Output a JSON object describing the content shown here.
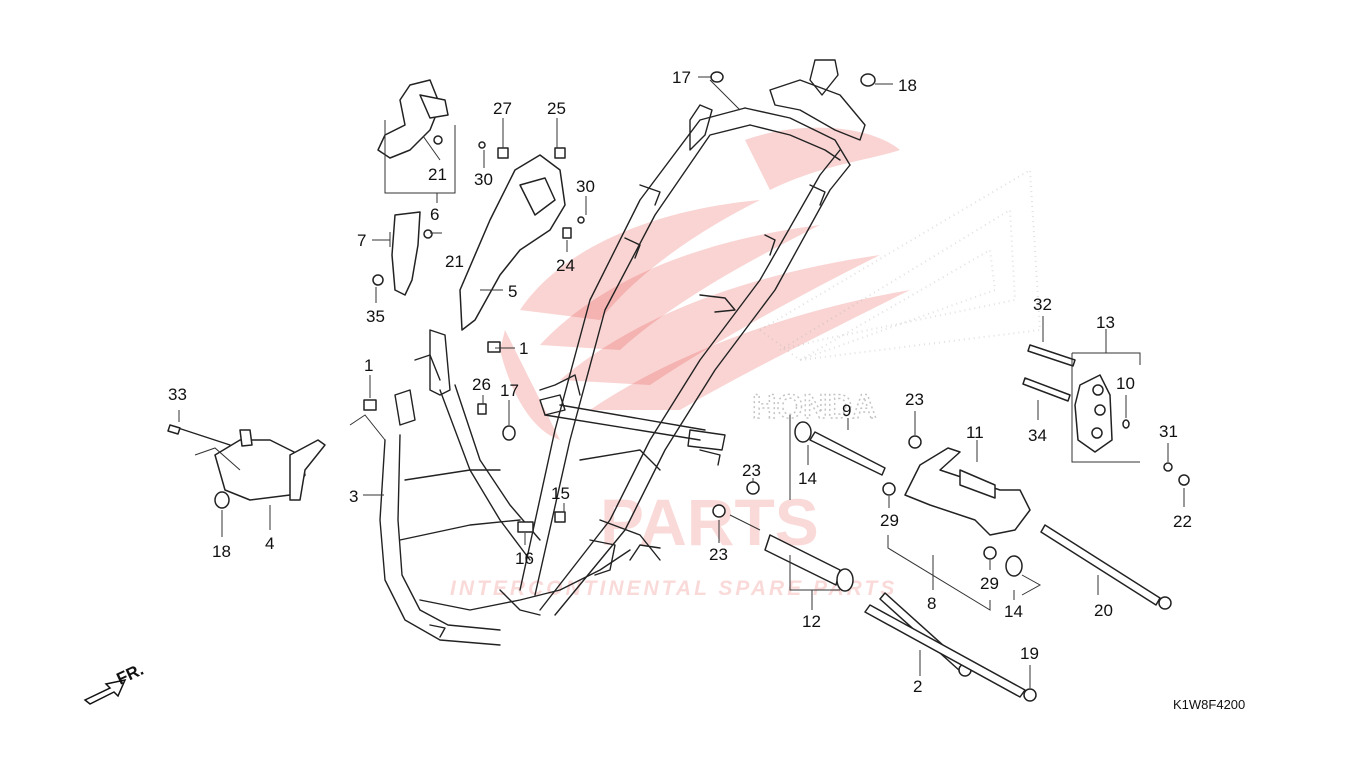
{
  "diagram": {
    "code": "K1W8F4200",
    "front_marker": "FR.",
    "callouts": [
      "1",
      "1",
      "2",
      "3",
      "4",
      "5",
      "6",
      "7",
      "8",
      "9",
      "10",
      "11",
      "12",
      "13",
      "14",
      "14",
      "15",
      "16",
      "17",
      "17",
      "18",
      "18",
      "19",
      "20",
      "21",
      "21",
      "22",
      "23",
      "23",
      "23",
      "24",
      "25",
      "26",
      "27",
      "29",
      "29",
      "30",
      "30",
      "31",
      "32",
      "33",
      "34",
      "35"
    ],
    "watermark": {
      "brand_word": "HONDA",
      "shop_word": "PARTS",
      "tagline": "INTERCONTINENTAL SPARE PARTS"
    }
  }
}
